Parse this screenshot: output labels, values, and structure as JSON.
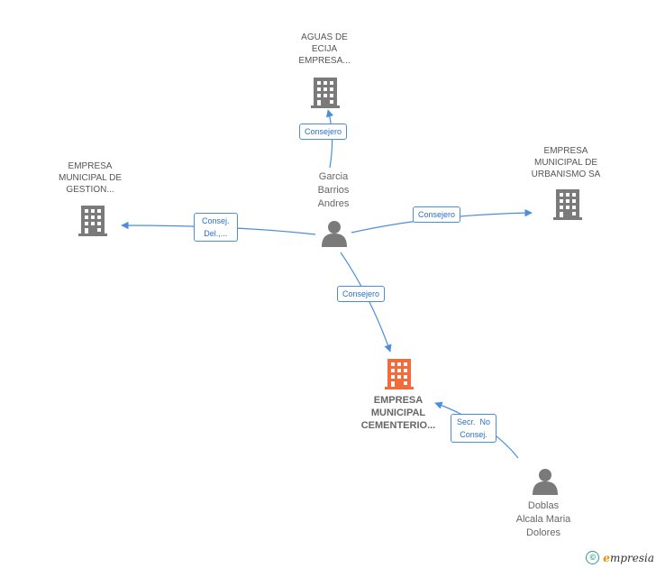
{
  "nodes": {
    "aguas": {
      "lines": [
        "AGUAS DE",
        "ECIJA",
        "EMPRESA..."
      ],
      "icon": "building-icon"
    },
    "urbanismo": {
      "lines": [
        "EMPRESA",
        "MUNICIPAL DE",
        "URBANISMO SA"
      ],
      "icon": "building-icon"
    },
    "gestion": {
      "lines": [
        "EMPRESA",
        "MUNICIPAL DE",
        "GESTION..."
      ],
      "icon": "building-icon"
    },
    "cementerio": {
      "lines": [
        "EMPRESA",
        "MUNICIPAL",
        "CEMENTERIO..."
      ],
      "icon": "building-icon",
      "color": "#f26b3a"
    },
    "garcia": {
      "lines": [
        "Garcia",
        "Barrios",
        "Andres"
      ],
      "icon": "person-icon"
    },
    "doblas": {
      "lines": [
        "Doblas",
        "Alcala Maria",
        "Dolores"
      ],
      "icon": "person-icon"
    }
  },
  "edges": {
    "to_aguas": [
      "Consejero"
    ],
    "to_gestion": [
      "Consej.",
      "Del.,..."
    ],
    "to_urbanismo": [
      "Consejero"
    ],
    "to_cementerio": [
      "Consejero"
    ],
    "doblas_cementerio": [
      "Secr.  No",
      "Consej."
    ]
  },
  "colors": {
    "edge": "#4a8edb",
    "node_gray": "#7a7a7a",
    "main_node": "#f26b3a"
  },
  "footer": {
    "copyright_symbol": "©",
    "brand_first": "e",
    "brand_rest": "mpresia"
  }
}
